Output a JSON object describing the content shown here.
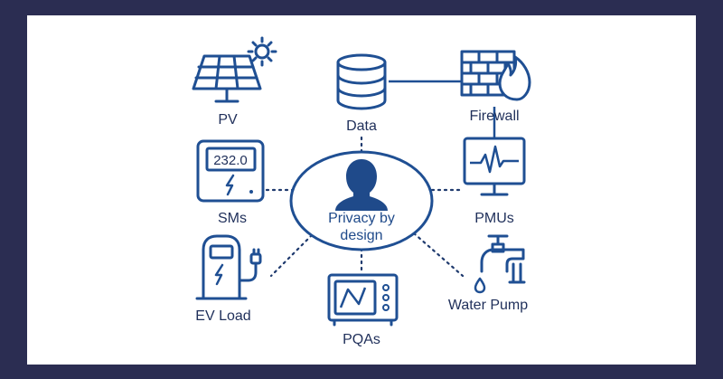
{
  "center": {
    "line1": "Privacy by",
    "line2": "design"
  },
  "nodes": {
    "pv": "PV",
    "data": "Data",
    "firewall": "Firewall",
    "sms": "SMs",
    "sms_display": "232.0",
    "pmus": "PMUs",
    "ev_load": "EV Load",
    "pqas": "PQAs",
    "water_pump": "Water Pump"
  },
  "colors": {
    "frame": "#2b2d52",
    "icon": "#1f4f93",
    "person": "#1f4a8a"
  }
}
